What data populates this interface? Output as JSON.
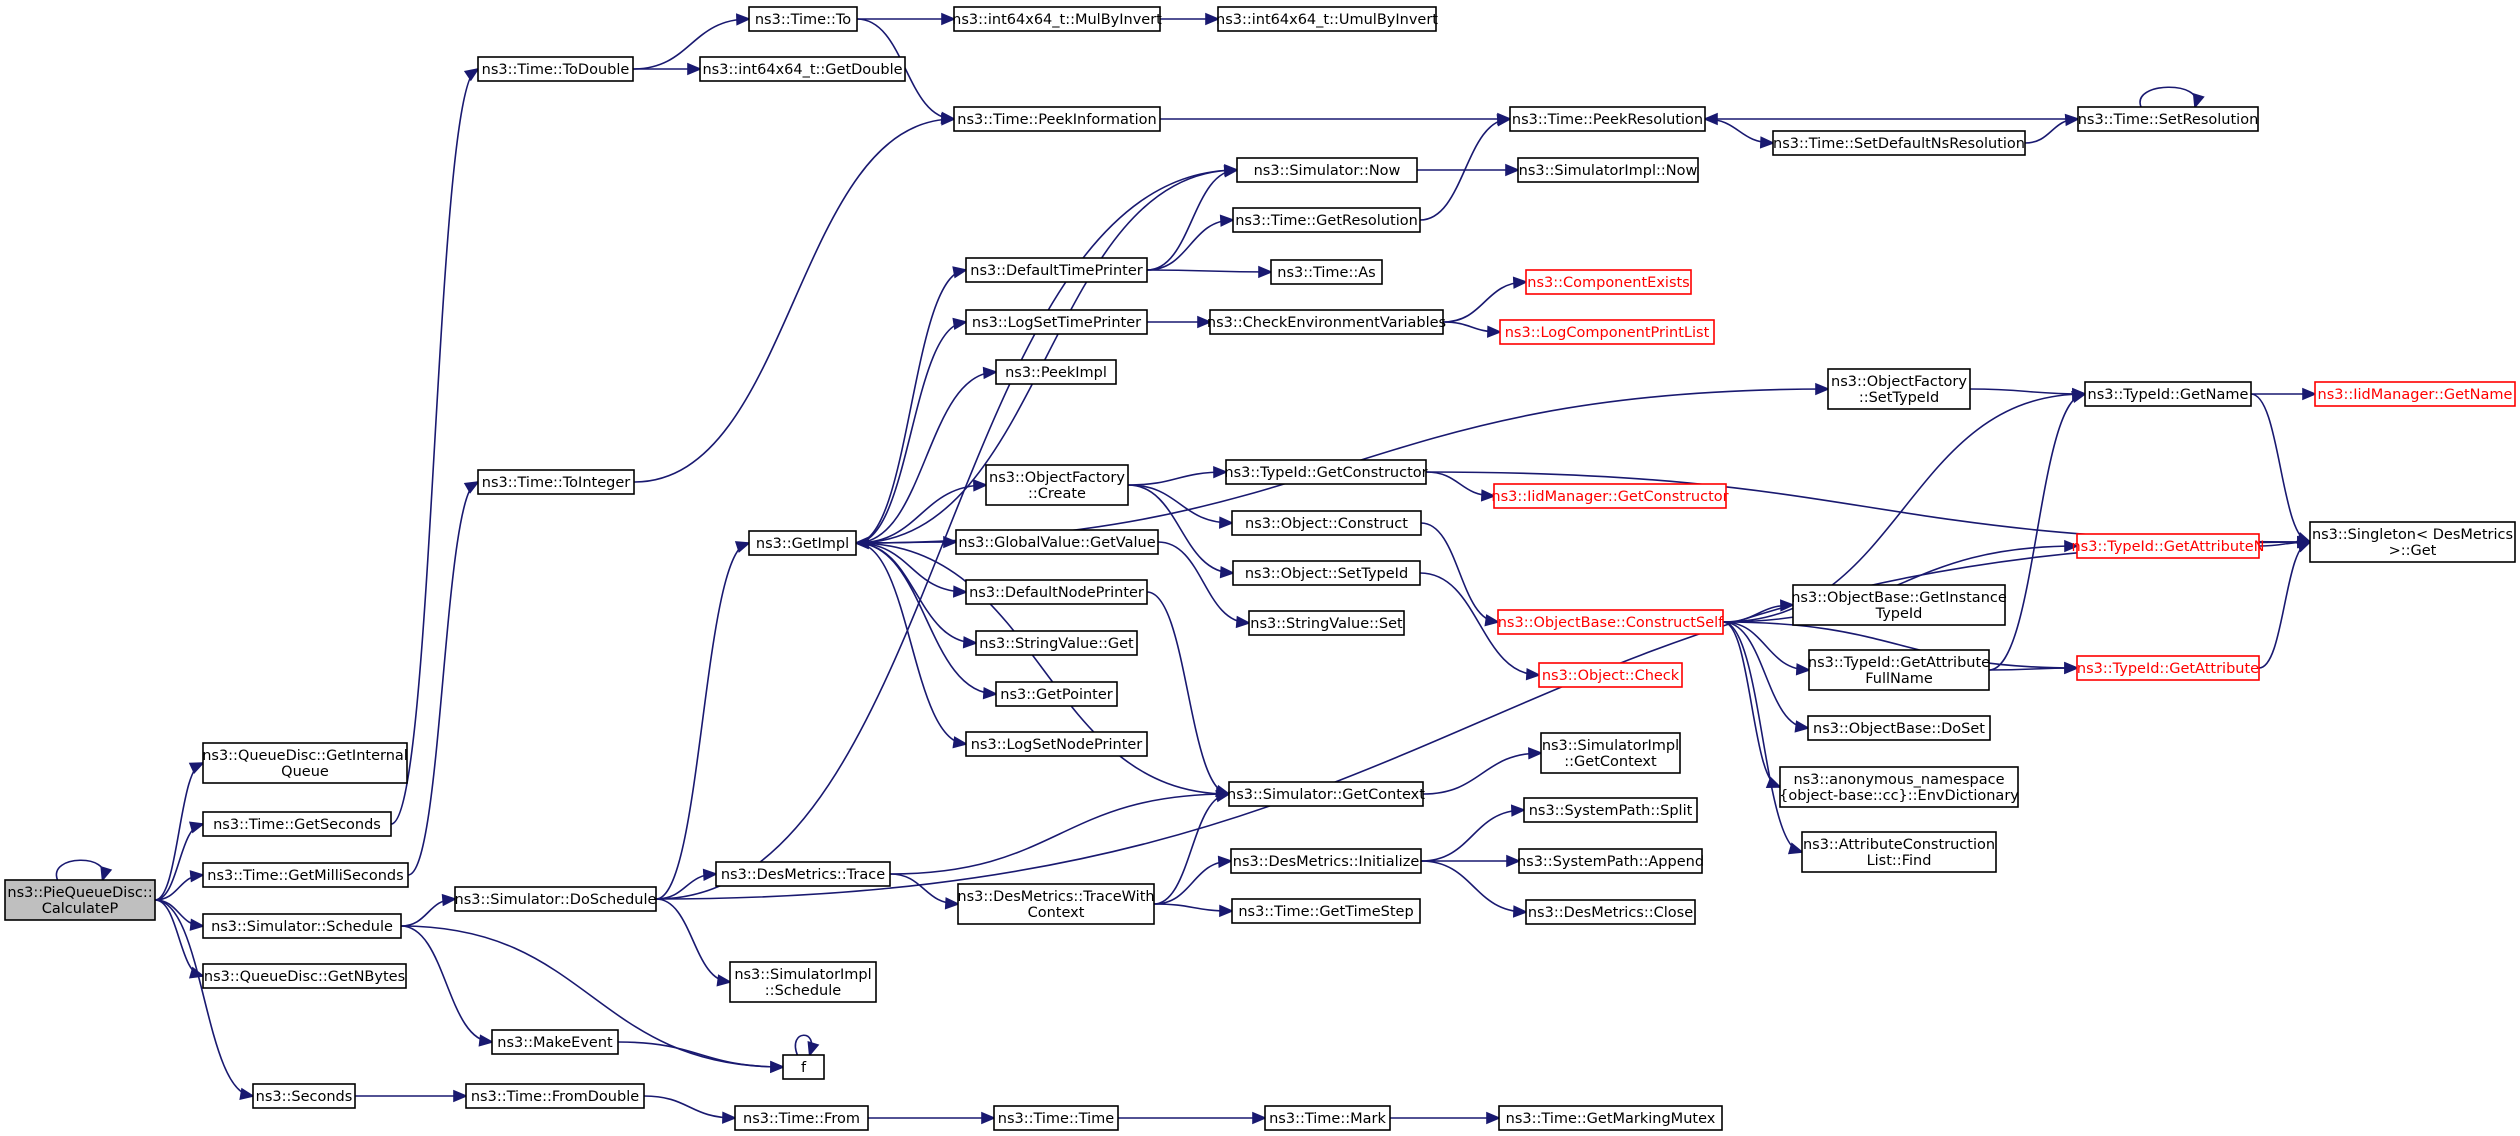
{
  "colors": {
    "edge": "#191970",
    "external_node": "#ff0000",
    "root_fill": "#bfbfbf",
    "node_border": "#000000"
  },
  "nodes": {
    "root": {
      "lines": [
        "ns3::PieQueueDisc::",
        "CalculateP"
      ],
      "kind": "root"
    },
    "qd_getinternal": {
      "lines": [
        "ns3::QueueDisc::GetInternal",
        "Queue"
      ]
    },
    "time_getseconds": {
      "lines": [
        "ns3::Time::GetSeconds"
      ]
    },
    "time_getmilliseconds": {
      "lines": [
        "ns3::Time::GetMilliSeconds"
      ]
    },
    "sim_schedule": {
      "lines": [
        "ns3::Simulator::Schedule"
      ]
    },
    "qd_getnbytes": {
      "lines": [
        "ns3::QueueDisc::GetNBytes"
      ]
    },
    "seconds": {
      "lines": [
        "ns3::Seconds"
      ]
    },
    "time_todouble": {
      "lines": [
        "ns3::Time::ToDouble"
      ]
    },
    "time_tointeger": {
      "lines": [
        "ns3::Time::ToInteger"
      ]
    },
    "sim_doschedule": {
      "lines": [
        "ns3::Simulator::DoSchedule"
      ]
    },
    "makeevent": {
      "lines": [
        "ns3::MakeEvent"
      ]
    },
    "time_fromdouble": {
      "lines": [
        "ns3::Time::FromDouble"
      ]
    },
    "time_to": {
      "lines": [
        "ns3::Time::To"
      ]
    },
    "int64_getdouble": {
      "lines": [
        "ns3::int64x64_t::GetDouble"
      ]
    },
    "getimpl": {
      "lines": [
        "ns3::GetImpl"
      ]
    },
    "desmetrics_trace": {
      "lines": [
        "ns3::DesMetrics::Trace"
      ]
    },
    "simimpl_schedule": {
      "lines": [
        "ns3::SimulatorImpl",
        "::Schedule"
      ]
    },
    "f": {
      "lines": [
        "f"
      ]
    },
    "time_from": {
      "lines": [
        "ns3::Time::From"
      ]
    },
    "int64_mulbyinvert": {
      "lines": [
        "ns3::int64x64_t::MulByInvert"
      ]
    },
    "time_peekinformation": {
      "lines": [
        "ns3::Time::PeekInformation"
      ]
    },
    "defaulttimeprinter": {
      "lines": [
        "ns3::DefaultTimePrinter"
      ]
    },
    "logsettimeprinter": {
      "lines": [
        "ns3::LogSetTimePrinter"
      ]
    },
    "peekimpl": {
      "lines": [
        "ns3::PeekImpl"
      ]
    },
    "objfactory_create": {
      "lines": [
        "ns3::ObjectFactory",
        "::Create"
      ]
    },
    "globalvalue_getvalue": {
      "lines": [
        "ns3::GlobalValue::GetValue"
      ]
    },
    "defaultnodeprinter": {
      "lines": [
        "ns3::DefaultNodePrinter"
      ]
    },
    "stringvalue_get": {
      "lines": [
        "ns3::StringValue::Get"
      ]
    },
    "getpointer": {
      "lines": [
        "ns3::GetPointer"
      ]
    },
    "logsetnodeprinter": {
      "lines": [
        "ns3::LogSetNodePrinter"
      ]
    },
    "desmetrics_tracewithcontext": {
      "lines": [
        "ns3::DesMetrics::TraceWith",
        "Context"
      ]
    },
    "time_time": {
      "lines": [
        "ns3::Time::Time"
      ]
    },
    "int64_umulbyinvert": {
      "lines": [
        "ns3::int64x64_t::UmulByInvert"
      ]
    },
    "sim_now": {
      "lines": [
        "ns3::Simulator::Now"
      ]
    },
    "time_getresolution": {
      "lines": [
        "ns3::Time::GetResolution"
      ]
    },
    "time_as": {
      "lines": [
        "ns3::Time::As"
      ]
    },
    "checkenvvars": {
      "lines": [
        "ns3::CheckEnvironmentVariables"
      ]
    },
    "typeid_getconstructor": {
      "lines": [
        "ns3::TypeId::GetConstructor"
      ]
    },
    "object_construct": {
      "lines": [
        "ns3::Object::Construct"
      ]
    },
    "object_settypeid": {
      "lines": [
        "ns3::Object::SetTypeId"
      ]
    },
    "stringvalue_set": {
      "lines": [
        "ns3::StringValue::Set"
      ]
    },
    "sim_getcontext": {
      "lines": [
        "ns3::Simulator::GetContext"
      ]
    },
    "desmetrics_initialize": {
      "lines": [
        "ns3::DesMetrics::Initialize"
      ]
    },
    "time_gettimestep": {
      "lines": [
        "ns3::Time::GetTimeStep"
      ]
    },
    "time_mark": {
      "lines": [
        "ns3::Time::Mark"
      ]
    },
    "time_peekresolution": {
      "lines": [
        "ns3::Time::PeekResolution"
      ]
    },
    "simimpl_now": {
      "lines": [
        "ns3::SimulatorImpl::Now"
      ]
    },
    "componentexists": {
      "lines": [
        "ns3::ComponentExists"
      ],
      "kind": "red"
    },
    "logcomponentprintlist": {
      "lines": [
        "ns3::LogComponentPrintList"
      ],
      "kind": "red"
    },
    "iidmanager_getconstructor": {
      "lines": [
        "ns3::IidManager::GetConstructor"
      ],
      "kind": "red"
    },
    "objbase_constructself": {
      "lines": [
        "ns3::ObjectBase::ConstructSelf"
      ],
      "kind": "red"
    },
    "object_check": {
      "lines": [
        "ns3::Object::Check"
      ],
      "kind": "red"
    },
    "simimpl_getcontext": {
      "lines": [
        "ns3::SimulatorImpl",
        "::GetContext"
      ]
    },
    "systempath_split": {
      "lines": [
        "ns3::SystemPath::Split"
      ]
    },
    "systempath_append": {
      "lines": [
        "ns3::SystemPath::Append"
      ]
    },
    "desmetrics_close": {
      "lines": [
        "ns3::DesMetrics::Close"
      ]
    },
    "time_getmarkingmutex": {
      "lines": [
        "ns3::Time::GetMarkingMutex"
      ]
    },
    "time_setdefaultnsresolution": {
      "lines": [
        "ns3::Time::SetDefaultNsResolution"
      ]
    },
    "objfactory_settypeid": {
      "lines": [
        "ns3::ObjectFactory",
        "::SetTypeId"
      ]
    },
    "objbase_getinstancetypeid": {
      "lines": [
        "ns3::ObjectBase::GetInstance",
        "TypeId"
      ]
    },
    "typeid_getattributefullname": {
      "lines": [
        "ns3::TypeId::GetAttribute",
        "FullName"
      ]
    },
    "objbase_doset": {
      "lines": [
        "ns3::ObjectBase::DoSet"
      ]
    },
    "anon_envdictionary": {
      "lines": [
        "ns3::anonymous_namespace",
        "{object-base::cc}::EnvDictionary"
      ]
    },
    "attrconstructionlist_find": {
      "lines": [
        "ns3::AttributeConstruction",
        "List::Find"
      ]
    },
    "time_setresolution": {
      "lines": [
        "ns3::Time::SetResolution"
      ]
    },
    "typeid_getname": {
      "lines": [
        "ns3::TypeId::GetName"
      ]
    },
    "typeid_getattributen": {
      "lines": [
        "ns3::TypeId::GetAttributeN"
      ],
      "kind": "red"
    },
    "typeid_getattribute": {
      "lines": [
        "ns3::TypeId::GetAttribute"
      ],
      "kind": "red"
    },
    "iidmanager_getname": {
      "lines": [
        "ns3::IidManager::GetName"
      ],
      "kind": "red"
    },
    "singleton_get": {
      "lines": [
        "ns3::Singleton< DesMetrics",
        " >::Get"
      ]
    }
  },
  "edges": [
    [
      "root",
      "root"
    ],
    [
      "root",
      "qd_getinternal"
    ],
    [
      "root",
      "time_getseconds"
    ],
    [
      "root",
      "time_getmilliseconds"
    ],
    [
      "root",
      "sim_schedule"
    ],
    [
      "root",
      "qd_getnbytes"
    ],
    [
      "root",
      "seconds"
    ],
    [
      "time_getseconds",
      "time_todouble"
    ],
    [
      "time_getmilliseconds",
      "time_tointeger"
    ],
    [
      "sim_schedule",
      "sim_doschedule"
    ],
    [
      "sim_schedule",
      "makeevent"
    ],
    [
      "sim_schedule",
      "f"
    ],
    [
      "seconds",
      "time_fromdouble"
    ],
    [
      "time_todouble",
      "time_to"
    ],
    [
      "time_todouble",
      "int64_getdouble"
    ],
    [
      "time_tointeger",
      "time_peekinformation"
    ],
    [
      "sim_doschedule",
      "getimpl"
    ],
    [
      "sim_doschedule",
      "desmetrics_trace"
    ],
    [
      "sim_doschedule",
      "simimpl_schedule"
    ],
    [
      "sim_doschedule",
      "sim_now"
    ],
    [
      "sim_doschedule",
      "singleton_get"
    ],
    [
      "makeevent",
      "f"
    ],
    [
      "f",
      "f"
    ],
    [
      "time_fromdouble",
      "time_from"
    ],
    [
      "time_to",
      "int64_mulbyinvert"
    ],
    [
      "time_to",
      "time_peekinformation"
    ],
    [
      "getimpl",
      "defaulttimeprinter"
    ],
    [
      "getimpl",
      "logsettimeprinter"
    ],
    [
      "getimpl",
      "peekimpl"
    ],
    [
      "getimpl",
      "objfactory_create"
    ],
    [
      "getimpl",
      "globalvalue_getvalue"
    ],
    [
      "getimpl",
      "defaultnodeprinter"
    ],
    [
      "getimpl",
      "stringvalue_get"
    ],
    [
      "getimpl",
      "getpointer"
    ],
    [
      "getimpl",
      "logsetnodeprinter"
    ],
    [
      "getimpl",
      "objfactory_settypeid"
    ],
    [
      "desmetrics_trace",
      "desmetrics_tracewithcontext"
    ],
    [
      "desmetrics_trace",
      "sim_getcontext"
    ],
    [
      "time_from",
      "time_time"
    ],
    [
      "int64_mulbyinvert",
      "int64_umulbyinvert"
    ],
    [
      "time_peekinformation",
      "time_peekresolution"
    ],
    [
      "defaulttimeprinter",
      "sim_now"
    ],
    [
      "defaulttimeprinter",
      "time_getresolution"
    ],
    [
      "defaulttimeprinter",
      "time_as"
    ],
    [
      "logsettimeprinter",
      "checkenvvars"
    ],
    [
      "objfactory_create",
      "typeid_getconstructor"
    ],
    [
      "objfactory_create",
      "object_construct"
    ],
    [
      "objfactory_create",
      "object_settypeid"
    ],
    [
      "globalvalue_getvalue",
      "stringvalue_set"
    ],
    [
      "defaultnodeprinter",
      "sim_getcontext"
    ],
    [
      "desmetrics_tracewithcontext",
      "sim_getcontext"
    ],
    [
      "desmetrics_tracewithcontext",
      "desmetrics_initialize"
    ],
    [
      "desmetrics_tracewithcontext",
      "time_gettimestep"
    ],
    [
      "time_time",
      "time_mark"
    ],
    [
      "sim_now",
      "getimpl"
    ],
    [
      "sim_now",
      "simimpl_now"
    ],
    [
      "time_getresolution",
      "time_peekresolution"
    ],
    [
      "checkenvvars",
      "componentexists"
    ],
    [
      "checkenvvars",
      "logcomponentprintlist"
    ],
    [
      "typeid_getconstructor",
      "iidmanager_getconstructor"
    ],
    [
      "typeid_getconstructor",
      "singleton_get"
    ],
    [
      "object_construct",
      "objbase_constructself"
    ],
    [
      "object_settypeid",
      "object_check"
    ],
    [
      "sim_getcontext",
      "getimpl"
    ],
    [
      "sim_getcontext",
      "simimpl_getcontext"
    ],
    [
      "desmetrics_initialize",
      "systempath_split"
    ],
    [
      "desmetrics_initialize",
      "systempath_append"
    ],
    [
      "desmetrics_initialize",
      "desmetrics_close"
    ],
    [
      "time_mark",
      "time_getmarkingmutex"
    ],
    [
      "time_peekresolution",
      "time_setdefaultnsresolution"
    ],
    [
      "objbase_constructself",
      "typeid_getname"
    ],
    [
      "objbase_constructself",
      "typeid_getattributen"
    ],
    [
      "objbase_constructself",
      "objbase_getinstancetypeid"
    ],
    [
      "objbase_constructself",
      "typeid_getattributefullname"
    ],
    [
      "objbase_constructself",
      "objbase_doset"
    ],
    [
      "objbase_constructself",
      "anon_envdictionary"
    ],
    [
      "objbase_constructself",
      "attrconstructionlist_find"
    ],
    [
      "objbase_constructself",
      "typeid_getattribute"
    ],
    [
      "objfactory_settypeid",
      "typeid_getname"
    ],
    [
      "typeid_getattributefullname",
      "typeid_getname"
    ],
    [
      "typeid_getattributefullname",
      "typeid_getattribute"
    ],
    [
      "time_setdefaultnsresolution",
      "time_setresolution"
    ],
    [
      "time_setresolution",
      "time_setresolution"
    ],
    [
      "time_setresolution",
      "time_peekresolution"
    ],
    [
      "typeid_getname",
      "iidmanager_getname"
    ],
    [
      "typeid_getname",
      "singleton_get"
    ],
    [
      "typeid_getattributen",
      "singleton_get"
    ],
    [
      "typeid_getattribute",
      "singleton_get"
    ]
  ]
}
